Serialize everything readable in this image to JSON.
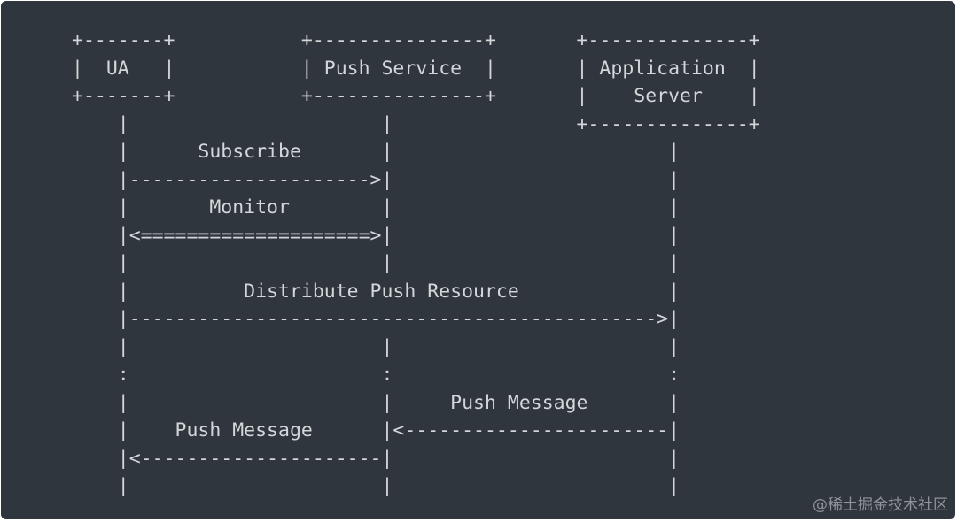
{
  "diagram": {
    "lines": [
      "+-------+           +---------------+       +--------------+",
      "|  UA   |           | Push Service  |       | Application  |",
      "+-------+           +---------------+       |    Server    |",
      "    |                      |                +--------------+",
      "    |      Subscribe       |                        |",
      "    |--------------------->|                        |",
      "    |       Monitor        |                        |",
      "    |<====================>|                        |",
      "    |                      |                        |",
      "    |          Distribute Push Resource             |",
      "    |---------------------------------------------->|",
      "    |                      |                        |",
      "    :                      :                        :",
      "    |                      |     Push Message       |",
      "    |    Push Message      |<-----------------------|",
      "    |<---------------------|                        |",
      "    |                      |                        |"
    ]
  },
  "watermark": "@稀土掘金技术社区",
  "colors": {
    "background": "#30363d",
    "text": "#d3d7da"
  }
}
